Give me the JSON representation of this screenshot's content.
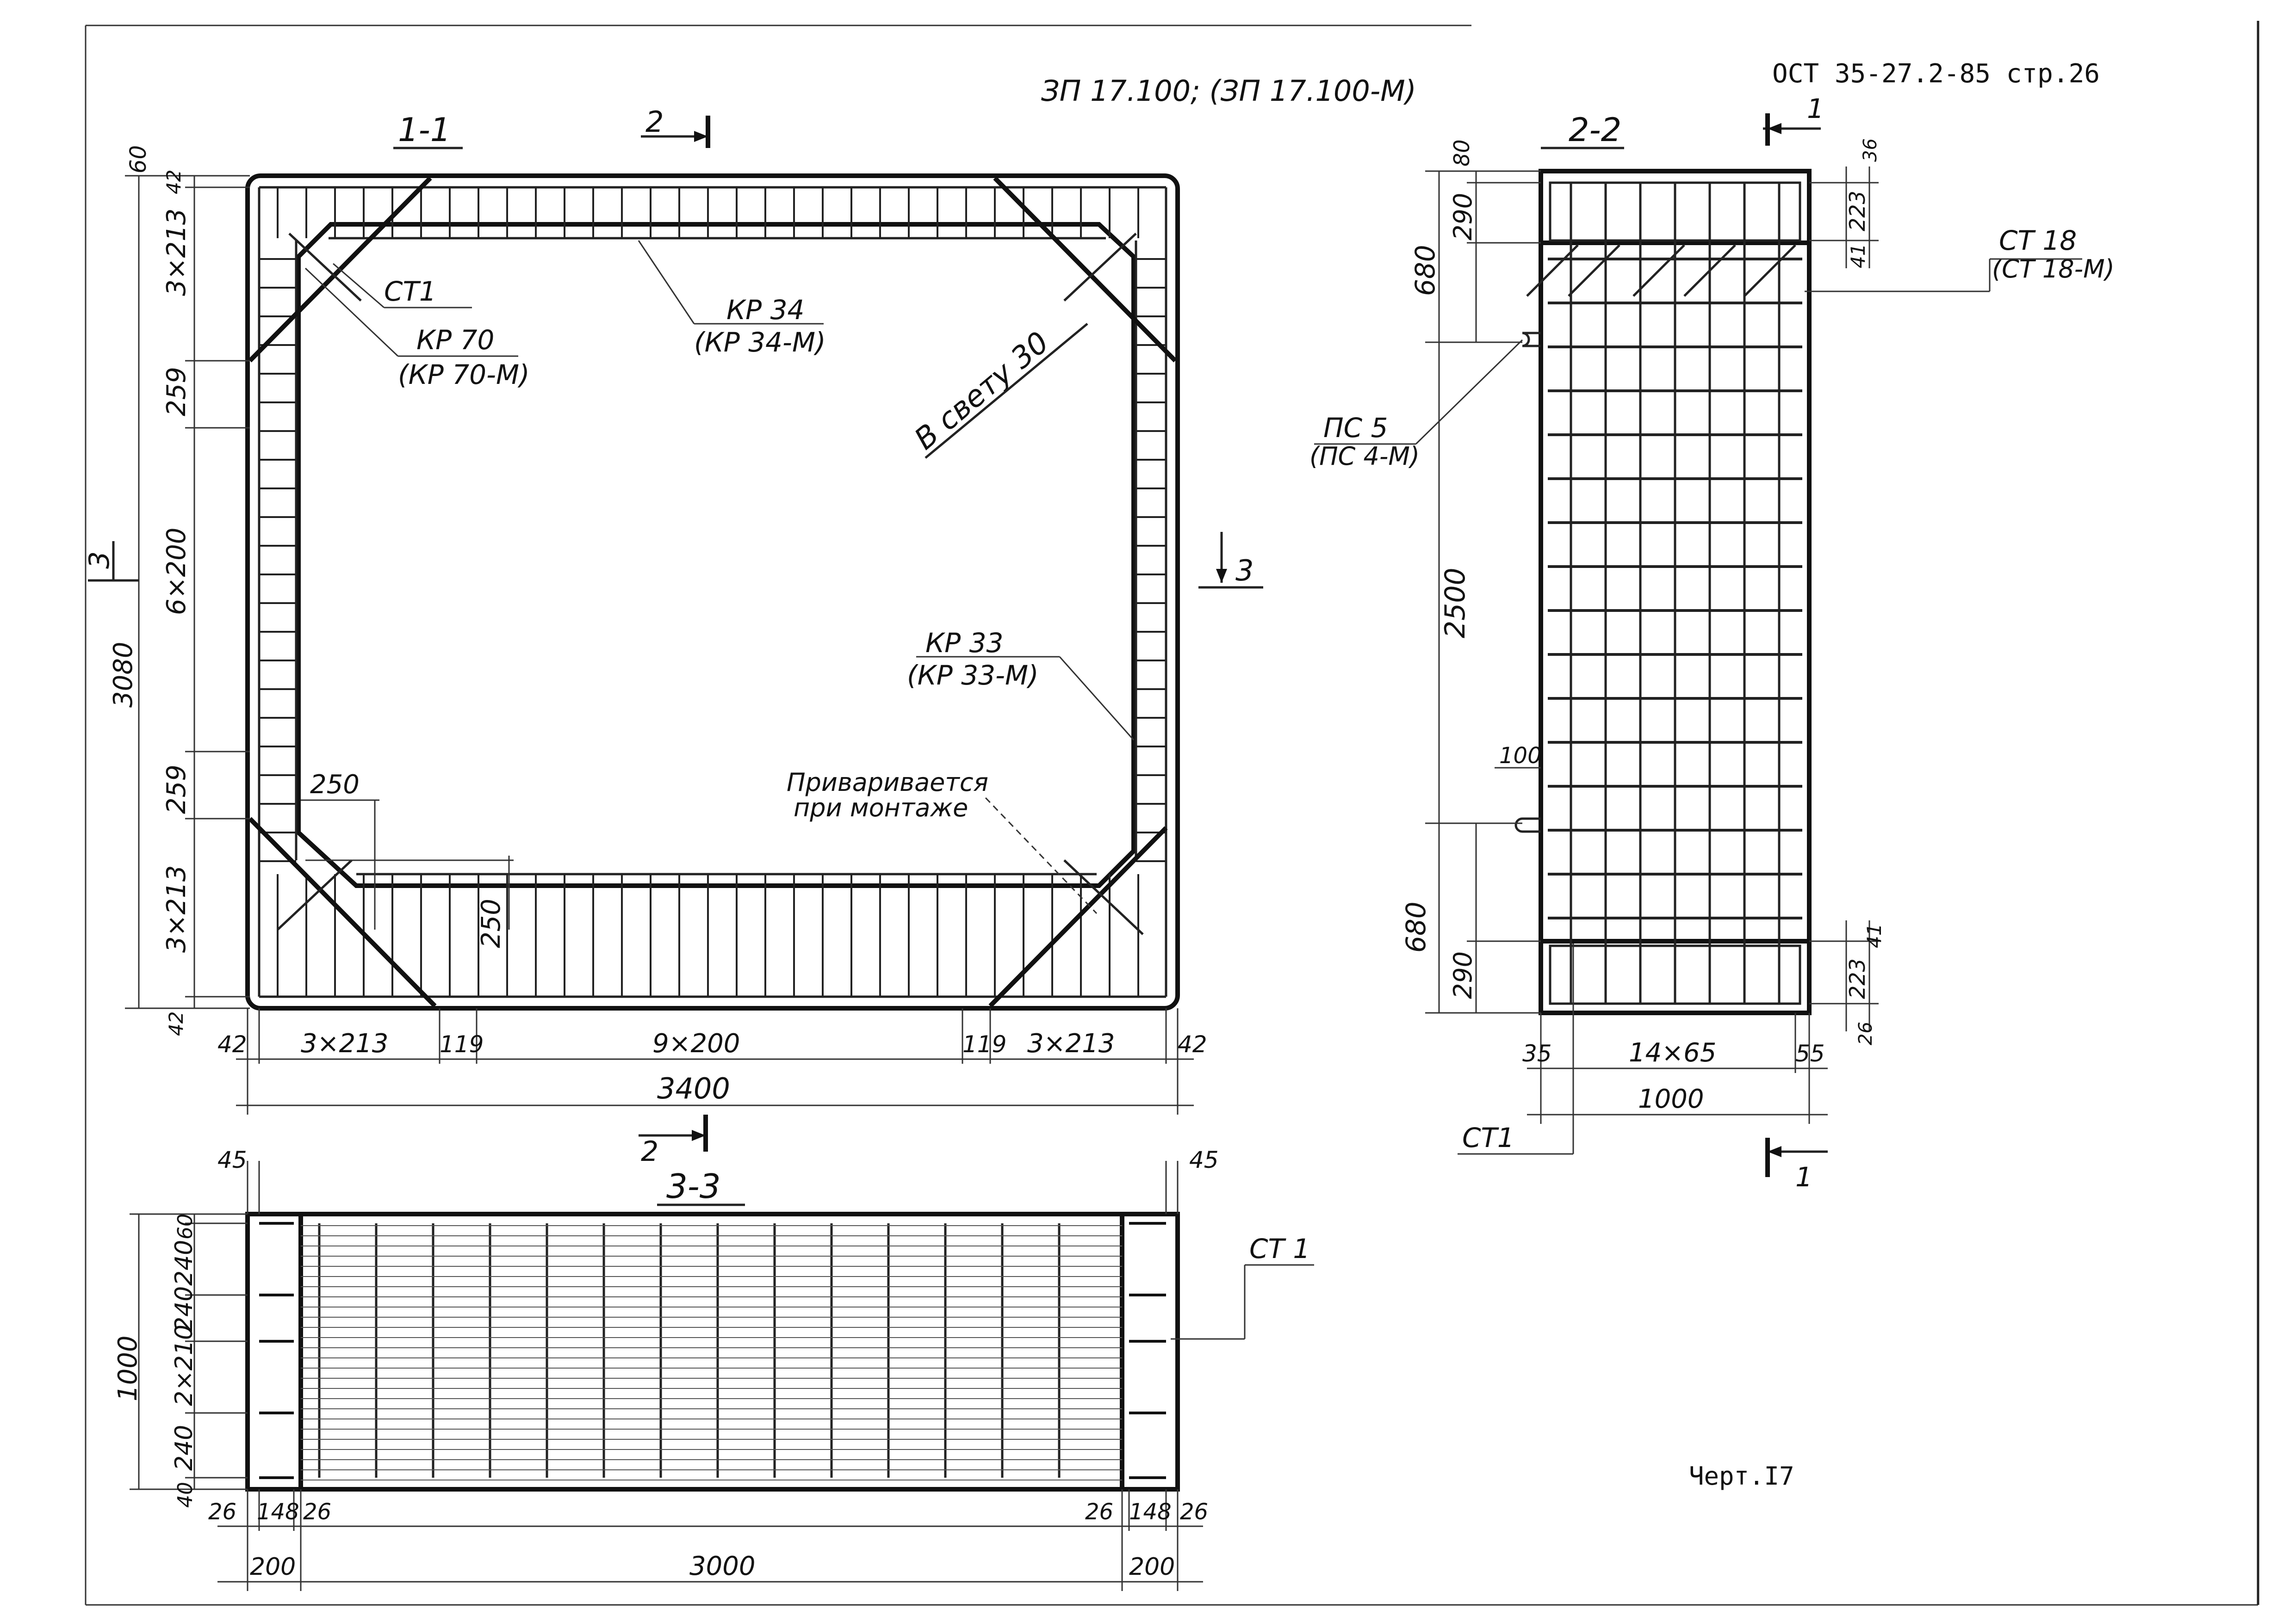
{
  "header": {
    "standard": "ОСТ 35-27.2-85 стр.26",
    "title": "ЗП 17.100; (ЗП 17.100-М)",
    "sheet_label": "Черт.I7"
  },
  "section_1_1": {
    "title": "1-1",
    "cut_mark_top": "2",
    "cut_mark_bottom": "2",
    "cut_mark_left": "3",
    "cut_mark_right": "3",
    "labels": {
      "st1": "СТ1",
      "kp70": "КР 70",
      "kp70m": "(КР 70-М)",
      "kp34": "КР 34",
      "kp34m": "(КР 34-М)",
      "clear": "В свету 30",
      "kp33": "КР 33",
      "kp33m": "(КР 33-М)",
      "weld1": "Приваривается",
      "weld2": "при монтаже"
    },
    "dims_left": [
      "60",
      "42",
      "3×213",
      "259",
      "6×200",
      "3080",
      "259",
      "3×213",
      "42"
    ],
    "dims_bottom": [
      "42",
      "3×213",
      "119",
      "9×200",
      "119",
      "3×213",
      "42"
    ],
    "dim_total": "3400",
    "dim_250a": "250",
    "dim_250b": "250"
  },
  "section_2_2": {
    "title": "2-2",
    "cut_mark_top": "1",
    "cut_mark_bottom": "1",
    "dims_left": [
      "80",
      "290",
      "680",
      "2500",
      "100",
      "680",
      "290"
    ],
    "dims_right": [
      "36",
      "223",
      "41",
      "41",
      "223",
      "26"
    ],
    "dims_bottom": [
      "35",
      "14×65",
      "55"
    ],
    "dim_total": "1000",
    "labels": {
      "st18": "СТ 18",
      "st18m": "(СТ 18-М)",
      "ps5": "ПС 5",
      "ps4m": "(ПС 4-М)",
      "st1": "СТ1"
    }
  },
  "section_3_3": {
    "title": "3-3",
    "dim_45_left": "45",
    "dim_45_right": "45",
    "dims_left": [
      "60",
      "240",
      "240",
      "2×210",
      "1000",
      "240",
      "40"
    ],
    "dims_bottom": [
      "26",
      "148",
      "26",
      "26",
      "148",
      "26"
    ],
    "dims_bottom2": [
      "200",
      "3000",
      "200"
    ],
    "label_st1": "СТ 1"
  }
}
